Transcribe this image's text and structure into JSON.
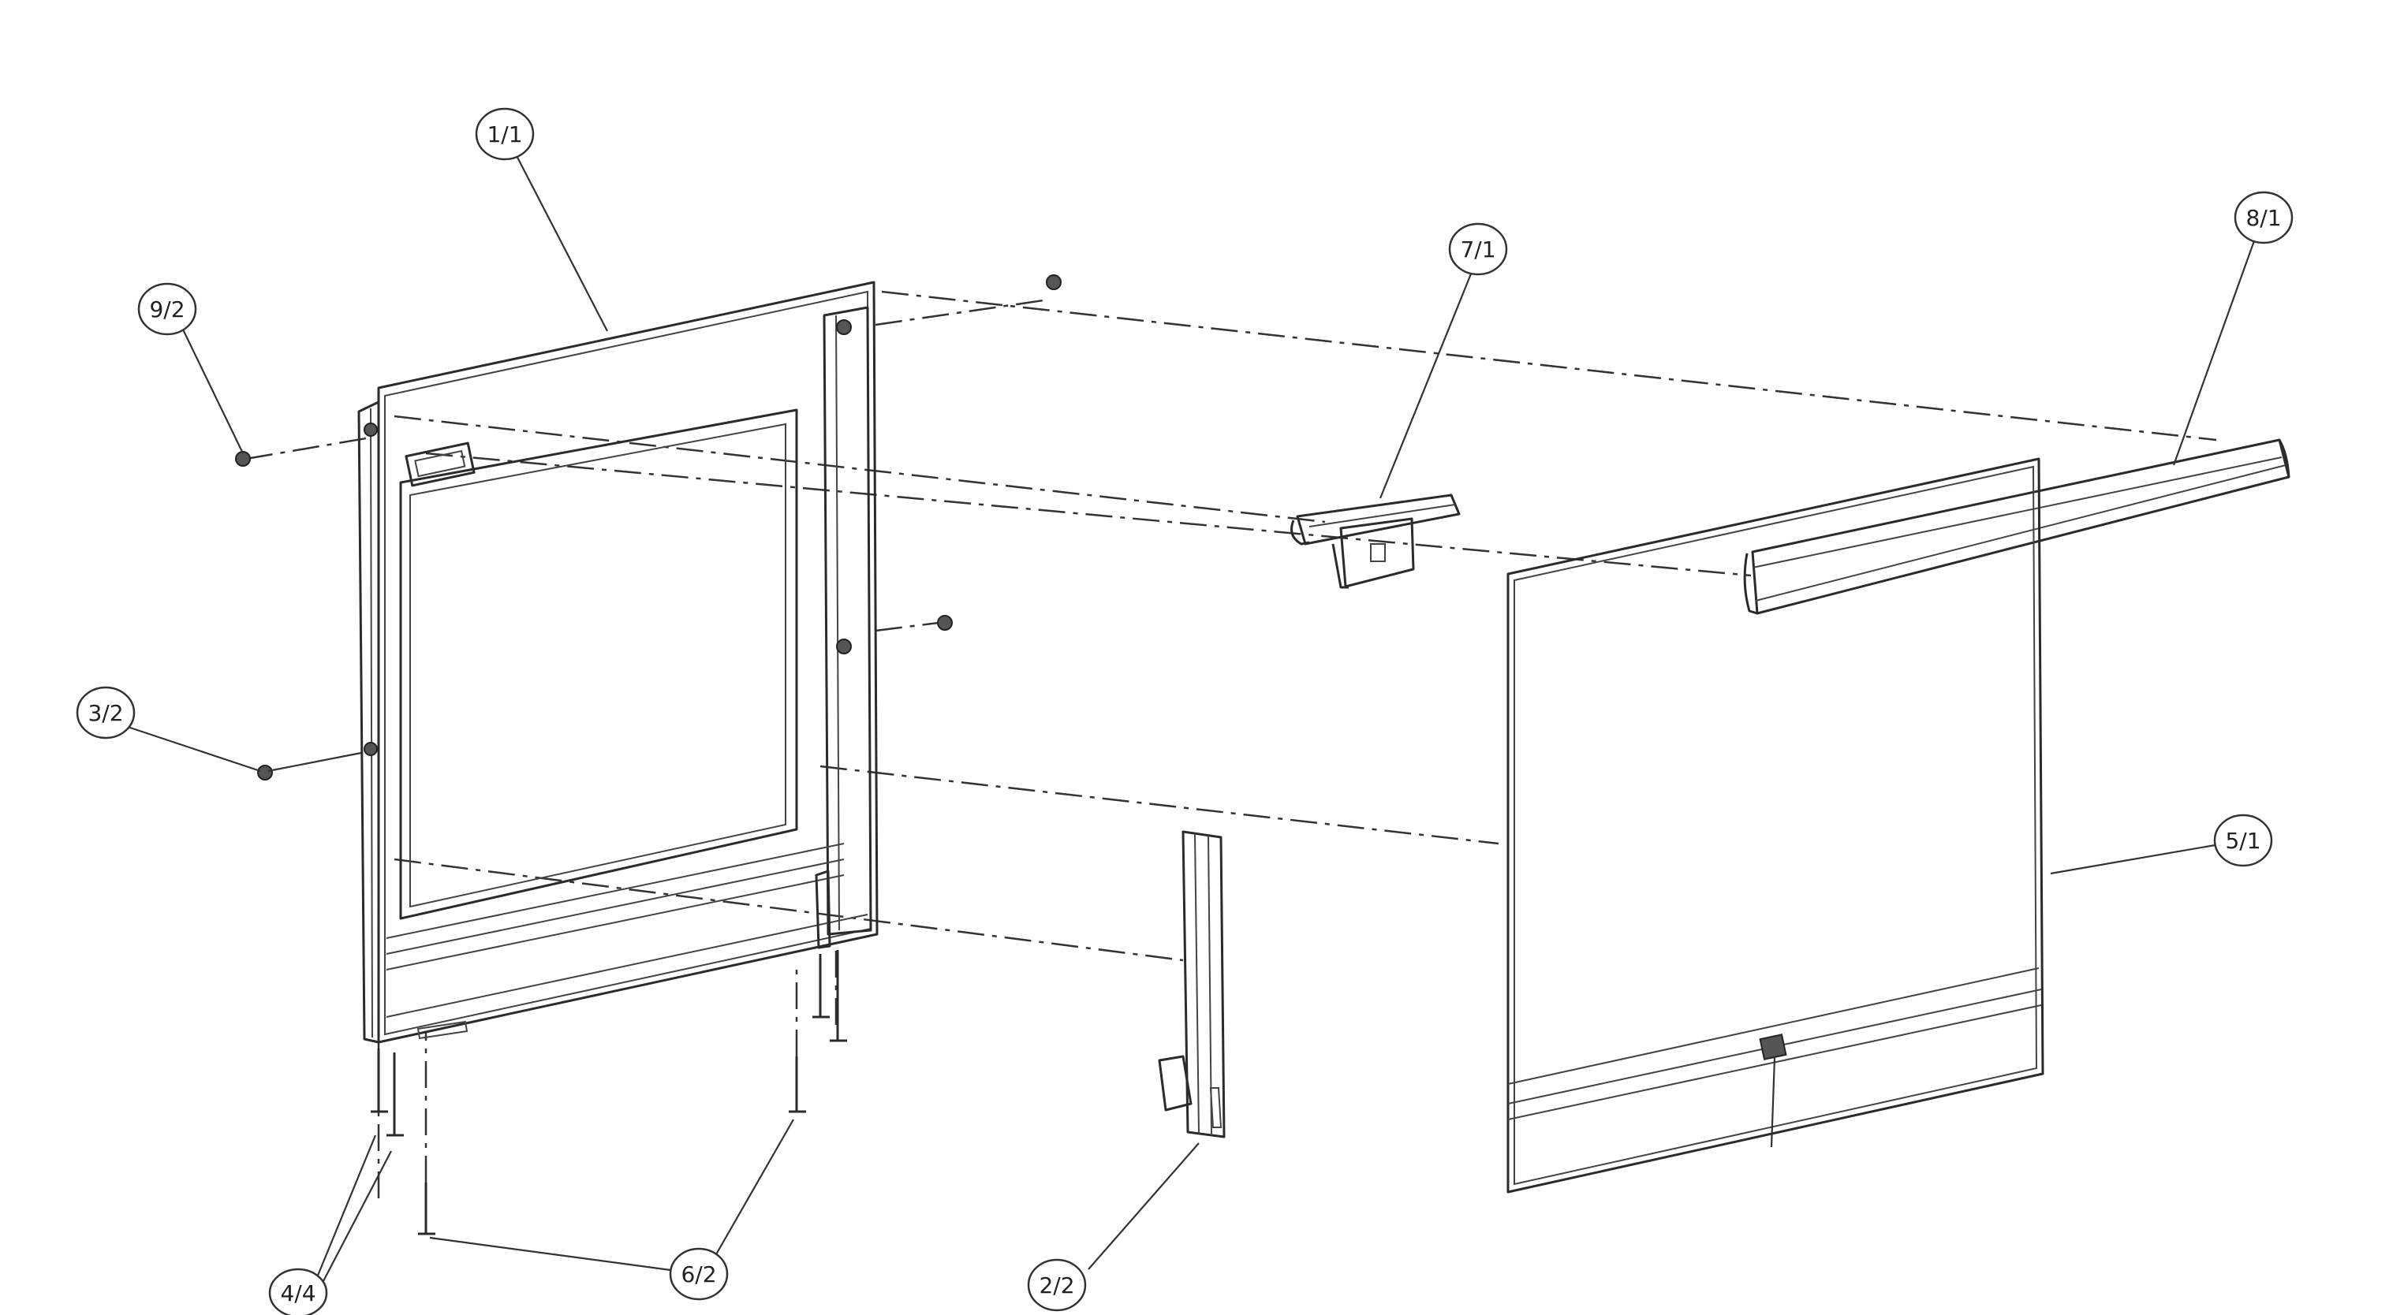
{
  "callouts": {
    "c11": "1/1",
    "c92": "9/2",
    "c71": "7/1",
    "c81": "8/1",
    "c32": "3/2",
    "c51": "5/1",
    "c44": "4/4",
    "c62": "6/2",
    "c22": "2/2"
  }
}
